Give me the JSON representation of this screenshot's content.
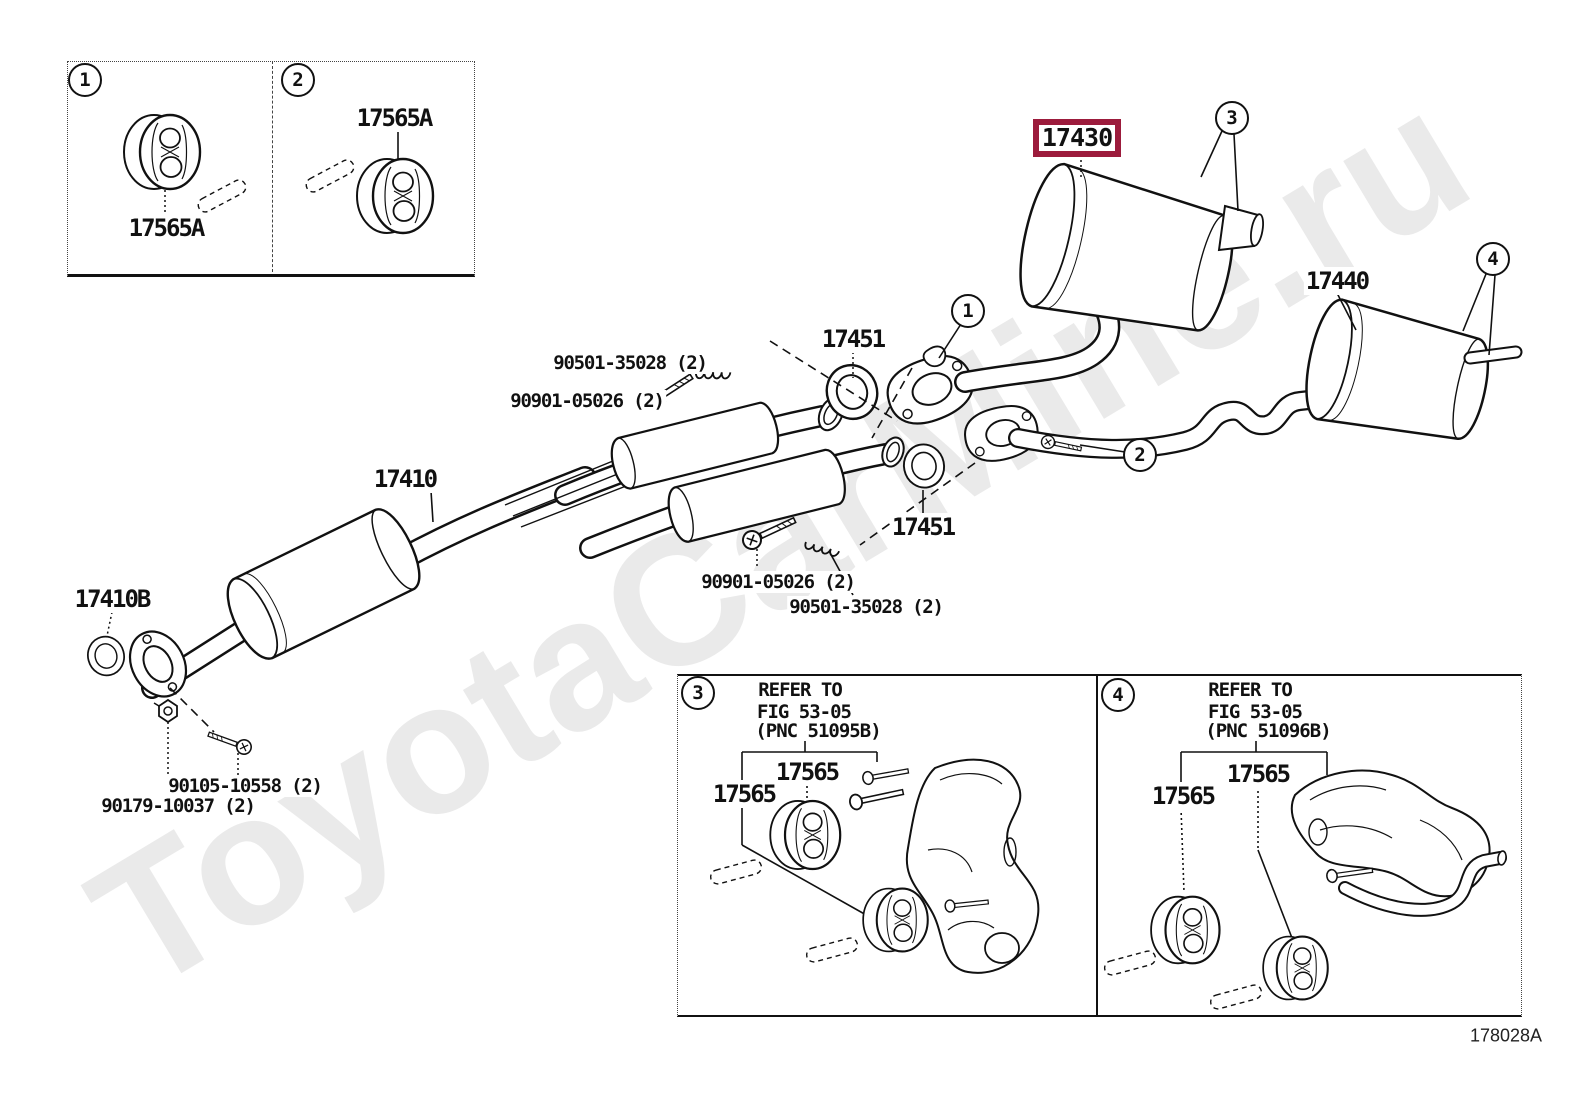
{
  "watermark": {
    "text": "ToyotaCarMine.ru"
  },
  "figure": {
    "code": "178028A"
  },
  "colors": {
    "highlight": "#9C1B3C",
    "line": "#111111"
  },
  "callouts": {
    "one": "1",
    "two": "2",
    "three": "3",
    "four": "4"
  },
  "labels": {
    "hanger_inset1": "17565A",
    "hanger_inset2": "17565A",
    "front_pipe": "17410",
    "front_pipe_gasket": "17410B",
    "center_exhaust_pipe": "17430",
    "tailpipe_assembly": "17440",
    "gasket_front": "17451",
    "gasket_rear": "17451",
    "bolt_front": "90501-35028 (2)",
    "bolt_front_washer": "90901-05026 (2)",
    "bolt_rear_washer": "90901-05026 (2)",
    "bolt_rear": "90501-35028 (2)",
    "bolt_left": "90105-10558 (2)",
    "nut_left": "90179-10037 (2)",
    "support_inset3_a": "17565",
    "support_inset3_b": "17565",
    "support_inset4_a": "17565",
    "support_inset4_b": "17565"
  },
  "inset3": {
    "refer1": "REFER TO",
    "refer2": "FIG 53-05",
    "refer3": "(PNC 51095B)"
  },
  "inset4": {
    "refer1": "REFER TO",
    "refer2": "FIG 53-05",
    "refer3": "(PNC 51096B)"
  }
}
